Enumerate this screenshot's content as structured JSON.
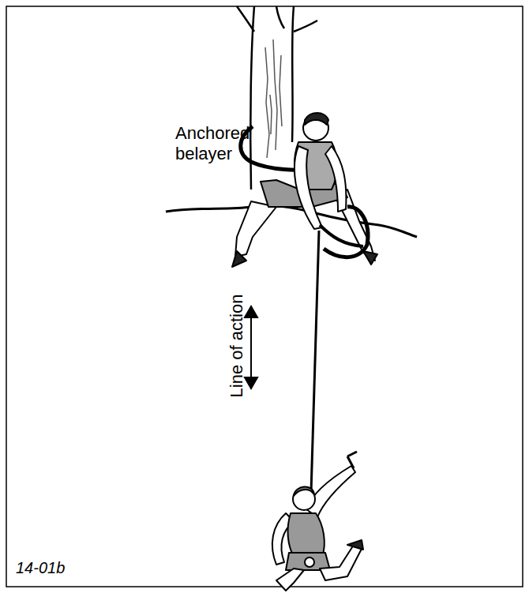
{
  "diagram": {
    "labels": [
      "Anchored belayer",
      "Line of action",
      "14-01b"
    ]
  }
}
